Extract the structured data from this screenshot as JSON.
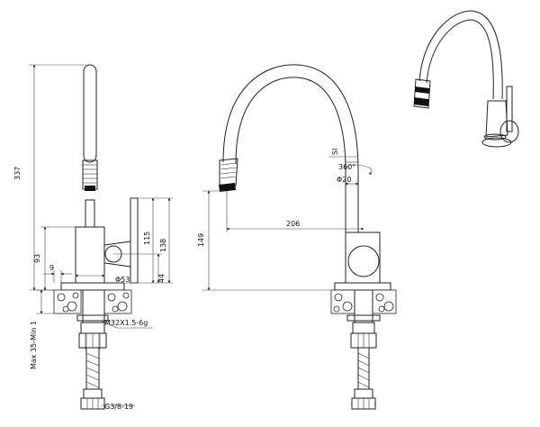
{
  "dimensions": {
    "height_total": "337",
    "height_body": "93",
    "offset_9": "9",
    "height_115": "115",
    "height_138": "138",
    "height_44": "44",
    "diameter_53": "Φ53",
    "thread": "M32X1.5-6g",
    "countertop": "Max 35-Min 1",
    "hose_thread": "G3/8-19",
    "height_149": "149",
    "reach": "206",
    "rotation": "360°",
    "diameter_20": "Φ20",
    "hose_mark": "Sl"
  }
}
